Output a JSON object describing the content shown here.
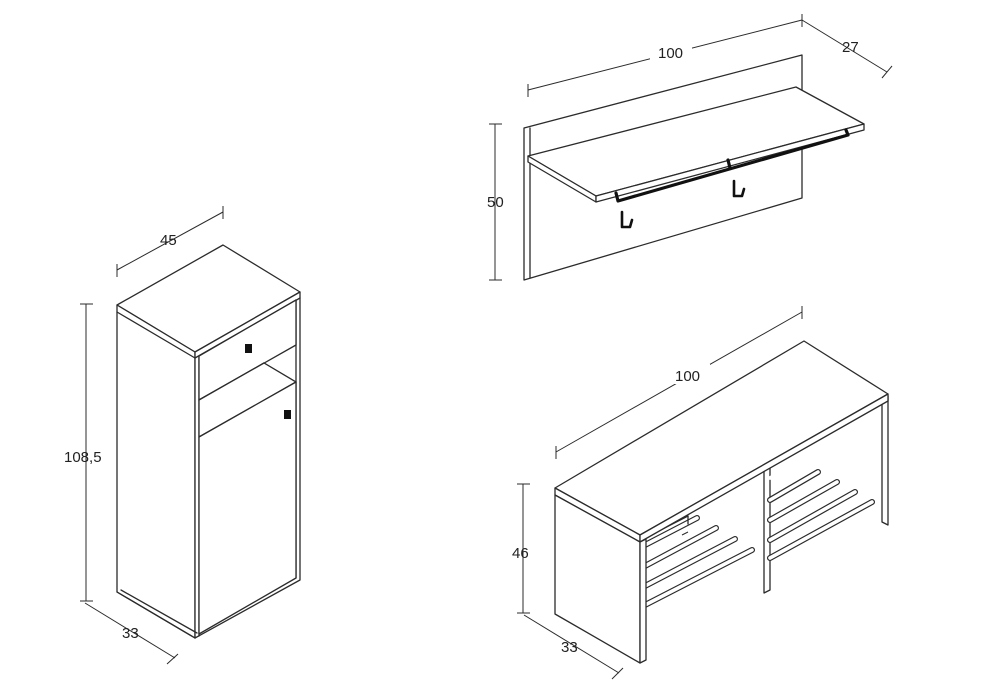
{
  "cabinet": {
    "width_label": "45",
    "height_label": "108,5",
    "depth_label": "33"
  },
  "wall_shelf": {
    "width_label": "100",
    "height_label": "50",
    "depth_label": "27"
  },
  "shoe_bench": {
    "width_label": "100",
    "height_label": "46",
    "depth_label": "33"
  }
}
